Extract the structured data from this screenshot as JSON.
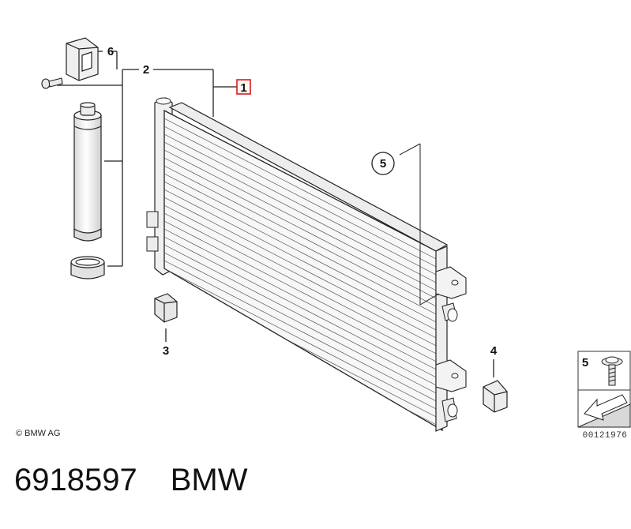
{
  "callouts": {
    "c1": "1",
    "c2": "2",
    "c3": "3",
    "c4": "4",
    "c5": "5",
    "c6": "6"
  },
  "legend": {
    "item_number": "5",
    "ref_code": "00121976"
  },
  "copyright": "© BMW AG",
  "footer": {
    "part_number": "6918597",
    "brand": "BMW"
  },
  "colors": {
    "highlight": "#d81b1b",
    "line": "#222222",
    "part_fill": "#f2f2f2"
  }
}
